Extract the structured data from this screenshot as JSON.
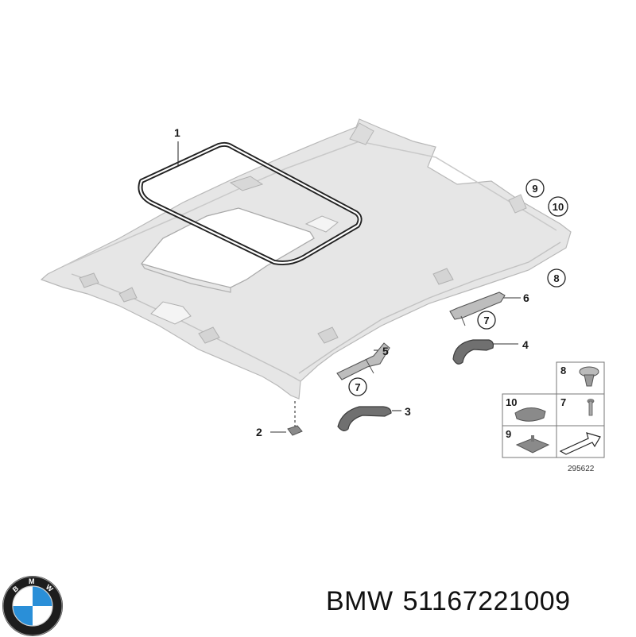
{
  "brand": "BMW",
  "part_number": "51167221009",
  "diagram_ref": "295622",
  "callouts": {
    "c1": "1",
    "c2": "2",
    "c3": "3",
    "c4": "4",
    "c5": "5",
    "c6": "6",
    "c7a": "7",
    "c7b": "7",
    "c8": "8",
    "c9": "9",
    "c10": "10"
  },
  "legend": {
    "l8": "8",
    "l7": "7",
    "l10": "10",
    "l9": "9"
  },
  "logo_letters": [
    "B",
    "M",
    "W"
  ],
  "colors": {
    "headliner": "#e2e2e2",
    "headliner_edge": "#bdbdbd",
    "part_dark": "#6e6e6e",
    "logo_blue": "#2a8fd8"
  }
}
